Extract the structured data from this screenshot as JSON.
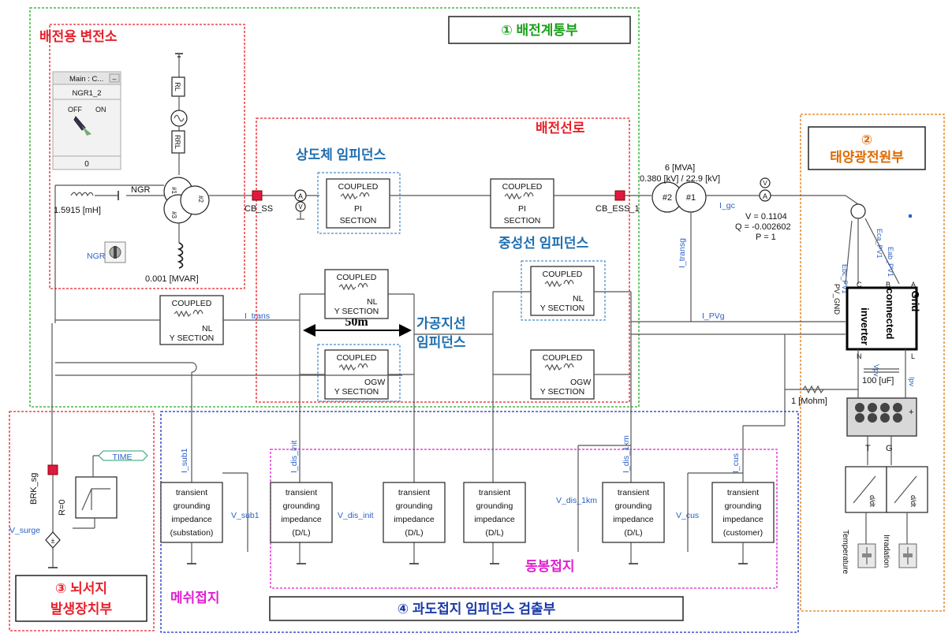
{
  "regions": {
    "distribution_system": "① 배전계통부",
    "substation": "배전용 변전소",
    "distribution_line": "배전선로",
    "pv_source": "② 태양광전원부",
    "pv_source_line1": "②",
    "pv_source_line2": "태양광전원부",
    "lightning_line1": "③ 뇌서지",
    "lightning_line2": "발생장치부",
    "mesh_ground": "메쉬접지",
    "bonding_ground": "동봉접지",
    "detection": "④ 과도접지 임피던스 검출부"
  },
  "annotations": {
    "phase_impedance": "상도체 임피던스",
    "neutral_impedance": "중성선 임피던스",
    "overhead_ground_1": "가공지선",
    "overhead_ground_2": "임피던스",
    "distance": "50m"
  },
  "control_panel": {
    "title": "Main : C...",
    "minimize": "–",
    "name": "NGR1_2",
    "off": "OFF",
    "on": "ON",
    "value": "0"
  },
  "components": {
    "coupled": "COUPLED",
    "pi_section": "PI",
    "section": "SECTION",
    "y_section": "Y SECTION",
    "nl": "NL",
    "ogw": "OGW",
    "transient_1": "transient",
    "transient_2": "grounding",
    "transient_3": "impedance",
    "substation_tag": "(substation)",
    "dl_tag": "(D/L)",
    "customer_tag": "(customer)",
    "inverter_1": "Grid",
    "inverter_2": "connected",
    "inverter_3": "inverter"
  },
  "labels": {
    "rl": "RL",
    "rrl": "RRL",
    "ngr": "NGR",
    "ngr_switch": "NGR",
    "inductance": "1.5915 [mH]",
    "mvar": "0.001 [MVAR]",
    "cb_ss": "CB_SS",
    "cb_ess": "CB_ESS_1",
    "transformer_rating1": "6 [MVA]",
    "transformer_rating2": "0.380 [kV] / 22.9 [kV]",
    "t_num2": "#2",
    "t_num1": "#1",
    "v_val": "V = 0.1104",
    "q_val": "Q = -0.002602",
    "p_val": "P = 1",
    "capacitor": "100 [uF]",
    "resistor": "1 [Mohm]",
    "pv_gnd": "PV_GND",
    "brk": "BRK_sg",
    "r0": "R=0",
    "time": "TIME",
    "temperature": "Temperature",
    "irradiation": "Irradation",
    "t_pin": "T",
    "g_pin": "G",
    "a_pin": "A",
    "b_pin": "B",
    "c_pin": "C",
    "n_pin": "N",
    "l_pin": "L",
    "plus": "+"
  },
  "signals": {
    "i_trans": "I_trans",
    "i_transg": "I_transg",
    "i_pvg": "I_PVg",
    "i_gc": "I_gc",
    "i_sub1": "I_sub1",
    "v_sub1": "V_sub1",
    "i_dis_init": "I_dis_init",
    "v_dis_init": "V_dis_init",
    "i_dis_1km": "I_dis_1km",
    "v_dis_1km": "V_dis_1km",
    "i_cus": "I_cus",
    "v_cus": "V_cus",
    "v_surge": "V_surge",
    "ebc": "Ebc_PV1",
    "eca": "Eca_PV1",
    "eab": "Eab_PV1",
    "vpv": "Vpv",
    "ipv": "Ipv"
  },
  "colors": {
    "green_region": "#22aa22",
    "red_region": "#e8202a",
    "orange_region": "#e07a10",
    "blue_region": "#1a2fc0",
    "magenta_region": "#e020d0",
    "breaker": "#e01840"
  }
}
